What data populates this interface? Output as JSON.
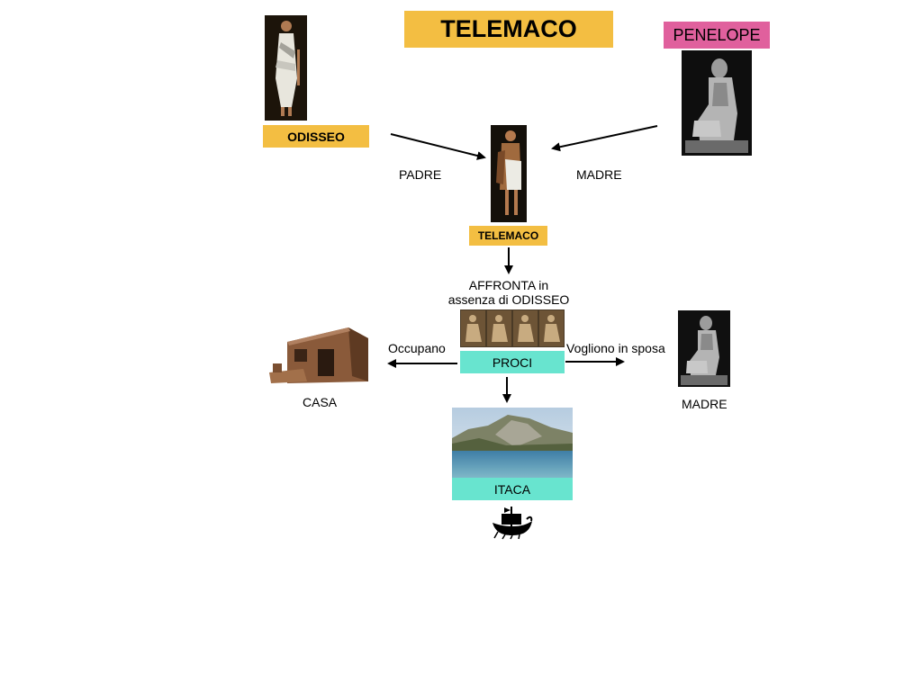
{
  "title": "TELEMACO",
  "nodes": {
    "odisseo": "ODISSEO",
    "penelope": "PENELOPE",
    "telemaco": "TELEMACO",
    "proci": "PROCI",
    "itaca": "ITACA",
    "casa": "CASA",
    "madre_bottom": "MADRE"
  },
  "relations": {
    "padre": "PADRE",
    "madre": "MADRE",
    "affronta_line1": "AFFRONTA in",
    "affronta_line2": "assenza di ODISSEO",
    "occupano": "Occupano",
    "vogliono": "Vogliono in sposa"
  },
  "colors": {
    "yellow": "#f3be42",
    "pink": "#e0609d",
    "teal": "#68e4cf"
  },
  "icons": {
    "odisseo": "odisseo-figure-icon",
    "penelope": "penelope-statue-icon",
    "telemaco": "telemaco-figure-icon",
    "proci": "suitors-frieze-icon",
    "casa": "house-icon",
    "madre": "penelope-statue-icon",
    "itaca": "island-landscape-icon",
    "ship": "ship-icon"
  }
}
